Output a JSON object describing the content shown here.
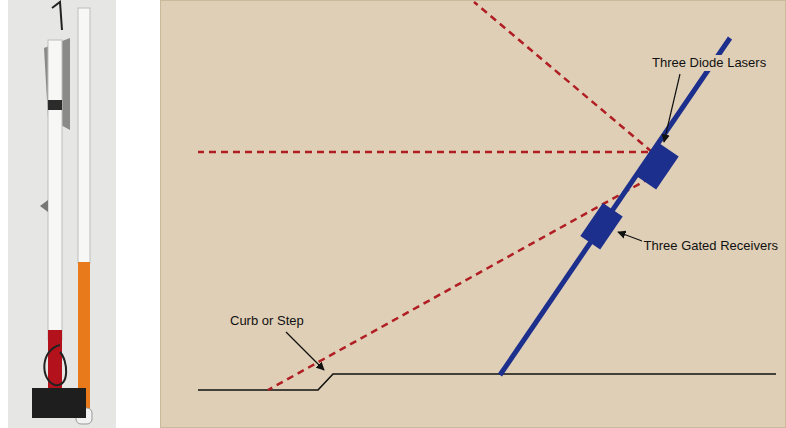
{
  "diagram": {
    "labels": [
      "Three Diode Lasers",
      "Three Gated Receivers",
      "Curb or Step"
    ]
  }
}
